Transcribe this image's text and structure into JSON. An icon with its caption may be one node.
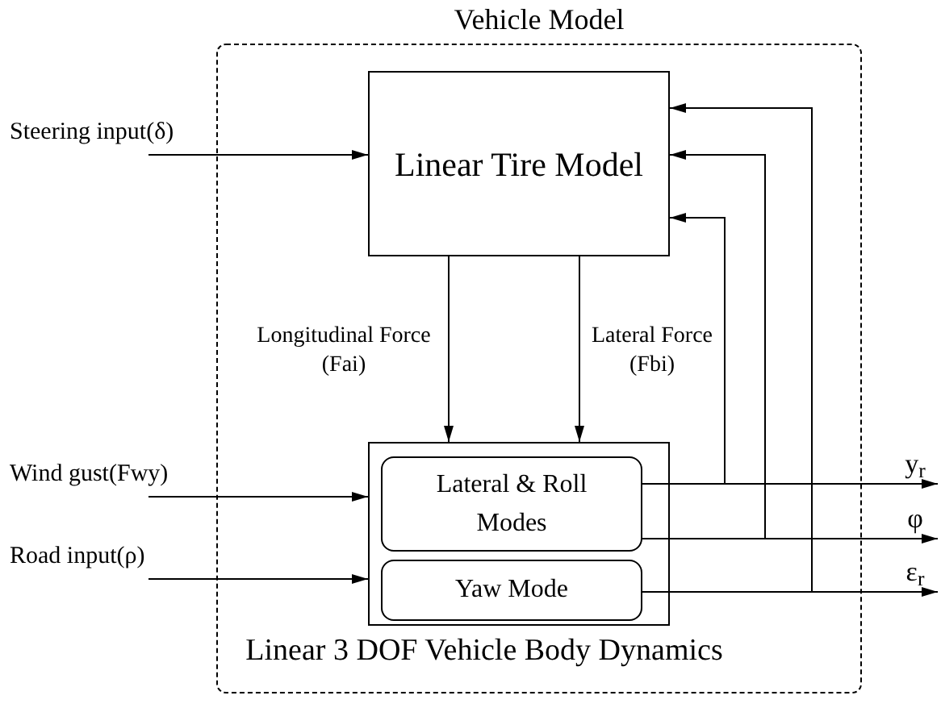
{
  "diagram": {
    "nodes": [
      {
        "text": [
          "Vehicle Model"
        ]
      },
      {
        "text": [
          "Linear Tire Model"
        ],
        "in": 0
      },
      {
        "text": [
          "Linear 3 DOF Vehicle Body Dynamics"
        ],
        "in": 0
      },
      {
        "text": [
          "Lateral & Roll Modes"
        ],
        "in": 2
      },
      {
        "text": [
          "Yaw Mode"
        ],
        "in": 2
      },
      {
        "text": [
          "Steering input(δ)"
        ]
      },
      {
        "text": [
          "Wind gust(Fwy)"
        ]
      },
      {
        "text": [
          "Road input(ρ)"
        ]
      },
      {
        "text": [
          "y$_{r}$"
        ]
      },
      {
        "text": [
          "φ"
        ]
      },
      {
        "text": [
          "ε$_{r}$"
        ]
      }
    ],
    "edges": [
      {
        "from": 5,
        "to": 1,
        "arrow": "to"
      },
      {
        "from": 6,
        "to": 2,
        "arrow": "to"
      },
      {
        "from": 7,
        "to": 2,
        "arrow": "to"
      },
      {
        "from": 1,
        "to": 2,
        "arrow": "to",
        "label": "Longitudinal Force (Fai)"
      },
      {
        "from": 1,
        "to": 2,
        "arrow": "to",
        "label": "Lateral Force (Fbi)"
      },
      {
        "from": 3,
        "to": 8,
        "arrow": "to"
      },
      {
        "from": 3,
        "to": 9,
        "arrow": "to"
      },
      {
        "from": 4,
        "to": 10,
        "arrow": "to"
      },
      {
        "from": 3,
        "to": 1,
        "arrow": "to"
      },
      {
        "from": 3,
        "to": 1,
        "arrow": "to"
      },
      {
        "from": 4,
        "to": 1,
        "arrow": "to"
      }
    ]
  }
}
